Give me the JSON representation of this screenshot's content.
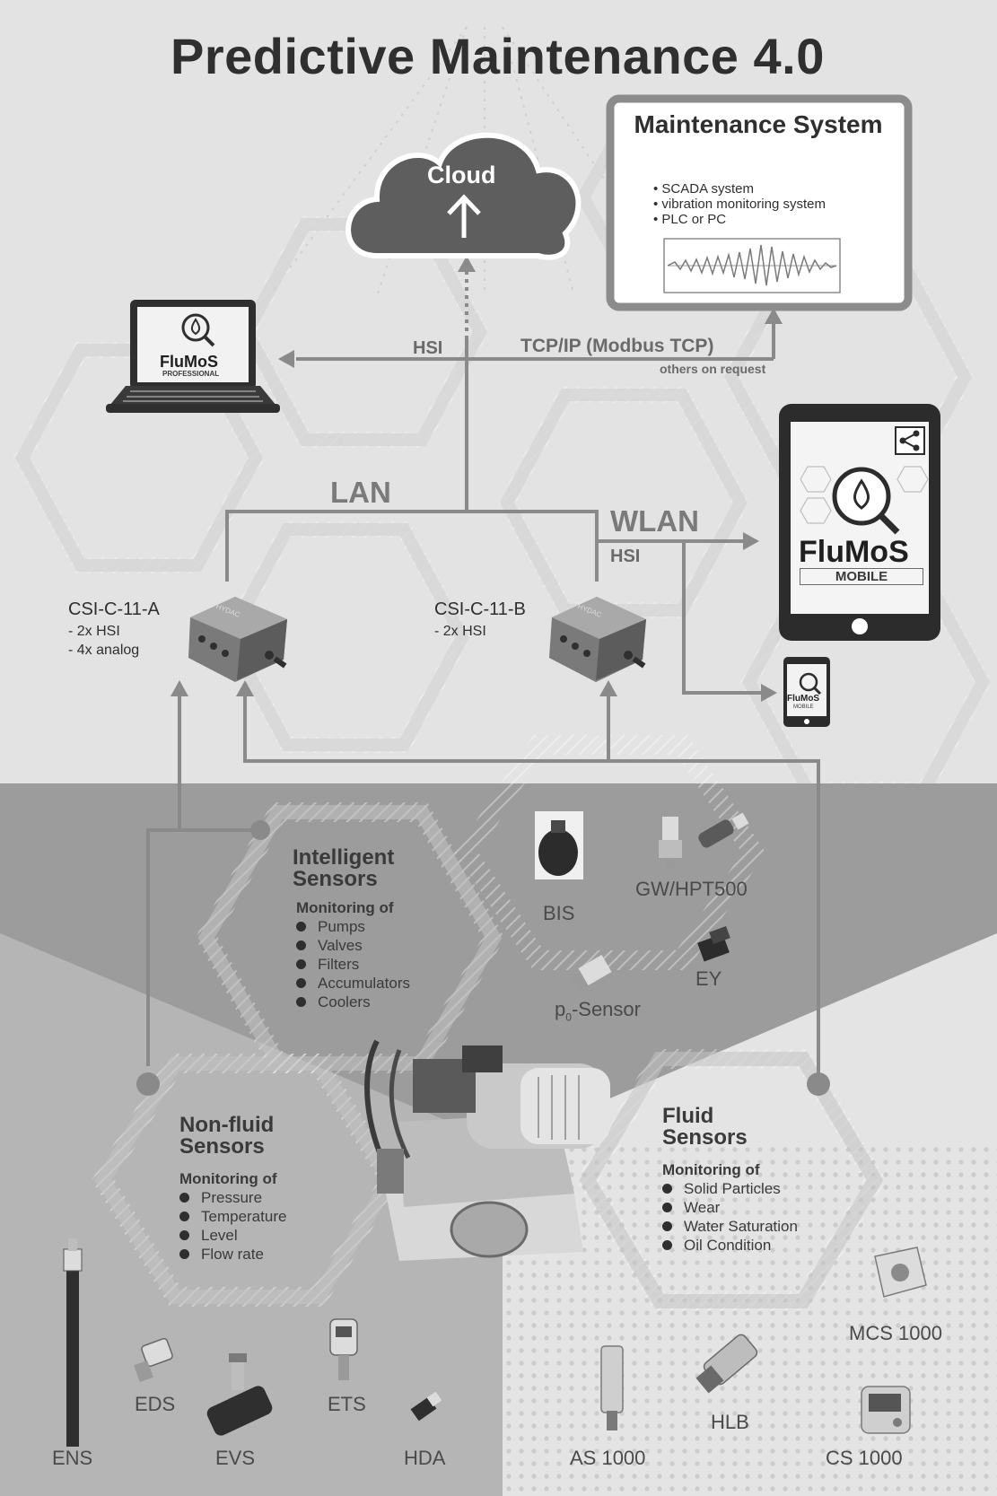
{
  "title": "Predictive Maintenance 4.0",
  "cloud": {
    "label": "Cloud"
  },
  "maintenance_system": {
    "title": "Maintenance System",
    "items": [
      "SCADA system",
      "vibration monitoring system",
      "PLC or PC"
    ]
  },
  "connections": {
    "hsi": "HSI",
    "tcp": "TCP/IP (Modbus TCP)",
    "others": "others on request",
    "lan": "LAN",
    "wlan": "WLAN",
    "hsi_wlan": "HSI"
  },
  "laptop": {
    "app": "FluMoS",
    "edition": "PROFESSIONAL"
  },
  "tablet": {
    "app": "FluMoS",
    "edition": "MOBILE"
  },
  "phone": {
    "app": "FluMoS",
    "edition": "MOBILE"
  },
  "devices": {
    "a": {
      "name": "CSI-C-11-A",
      "specs": [
        "- 2x HSI",
        "- 4x analog"
      ]
    },
    "b": {
      "name": "CSI-C-11-B",
      "specs": [
        "- 2x HSI"
      ]
    },
    "brand": "HYDAC"
  },
  "intelligent": {
    "title_line1": "Intelligent",
    "title_line2": "Sensors",
    "monitoring": "Monitoring of",
    "items": [
      "Pumps",
      "Valves",
      "Filters",
      "Accumulators",
      "Coolers"
    ]
  },
  "nonfluid": {
    "title_line1": "Non-fluid",
    "title_line2": "Sensors",
    "monitoring": "Monitoring of",
    "items": [
      "Pressure",
      "Temperature",
      "Level",
      "Flow rate"
    ]
  },
  "fluid": {
    "title_line1": "Fluid",
    "title_line2": "Sensors",
    "monitoring": "Monitoring of",
    "items": [
      "Solid Particles",
      "Wear",
      "Water Saturation",
      "Oil Condition"
    ]
  },
  "products": {
    "bis": "BIS",
    "gw": "GW/HPT500",
    "ey": "EY",
    "p0_main": "p",
    "p0_sub": "0",
    "p0_rest": "-Sensor",
    "ens": "ENS",
    "eds": "EDS",
    "evs": "EVS",
    "ets": "ETS",
    "hda": "HDA",
    "as": "AS 1000",
    "hlb": "HLB",
    "mcs": "MCS 1000",
    "cs": "CS 1000"
  },
  "colors": {
    "bg_top": "#e2e2e2",
    "band_mid": "#9a9a9a",
    "bg_left": "#b4b4b4",
    "bg_right": "#e4e4e4",
    "line": "#8a8a8a",
    "cloud": "#5e5e5e"
  }
}
